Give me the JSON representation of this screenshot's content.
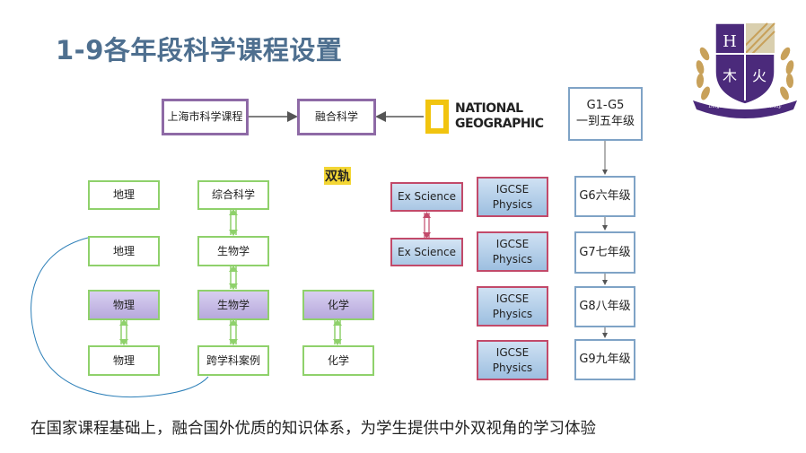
{
  "title": "1-9各年段科学课程设置",
  "top_row": {
    "shanghai": "上海市科学课程",
    "fusion": "融合科学",
    "natgeo_line1": "NATIONAL",
    "natgeo_line2": "GEOGRAPHIC"
  },
  "dual_track": "双轨",
  "grades": {
    "g1_g5_line1": "G1-G5",
    "g1_g5_line2": "一到五年级",
    "g6": "G6六年级",
    "g7": "G7七年级",
    "g8": "G8八年级",
    "g9": "G9九年级"
  },
  "local_boxes": {
    "geo1": "地理",
    "geo2": "地理",
    "phys1": "物理",
    "phys2": "物理",
    "integrated_science": "综合科学",
    "bio1": "生物学",
    "bio2": "生物学",
    "interdisciplinary": "跨学科案例",
    "chem1": "化学",
    "chem2": "化学"
  },
  "intl_boxes": {
    "ex_science_1": "Ex Science",
    "ex_science_2": "Ex Science",
    "igcse_1_line1": "IGCSE",
    "igcse_1_line2": "Physics",
    "igcse_2_line1": "IGCSE",
    "igcse_2_line2": "Physics",
    "igcse_3_line1": "IGCSE",
    "igcse_3_line2": "Physics",
    "igcse_4_line1": "IGCSE",
    "igcse_4_line2": "Physics"
  },
  "logo": {
    "banner_text": "Diligence · Integrity · Creativity",
    "colors": {
      "purple": "#4b2a7b",
      "gold": "#c8a15a"
    }
  },
  "footer": "在国家课程基础上，融合国外优质的知识体系，为学生提供中外双视角的学习体验",
  "colors": {
    "title": "#4e6f8f",
    "purple_border": "#8e6aa6",
    "green_border": "#8fd16b",
    "pink_border": "#c24a6a",
    "blue_border": "#7fa3c6",
    "highlight": "#f3d634"
  }
}
